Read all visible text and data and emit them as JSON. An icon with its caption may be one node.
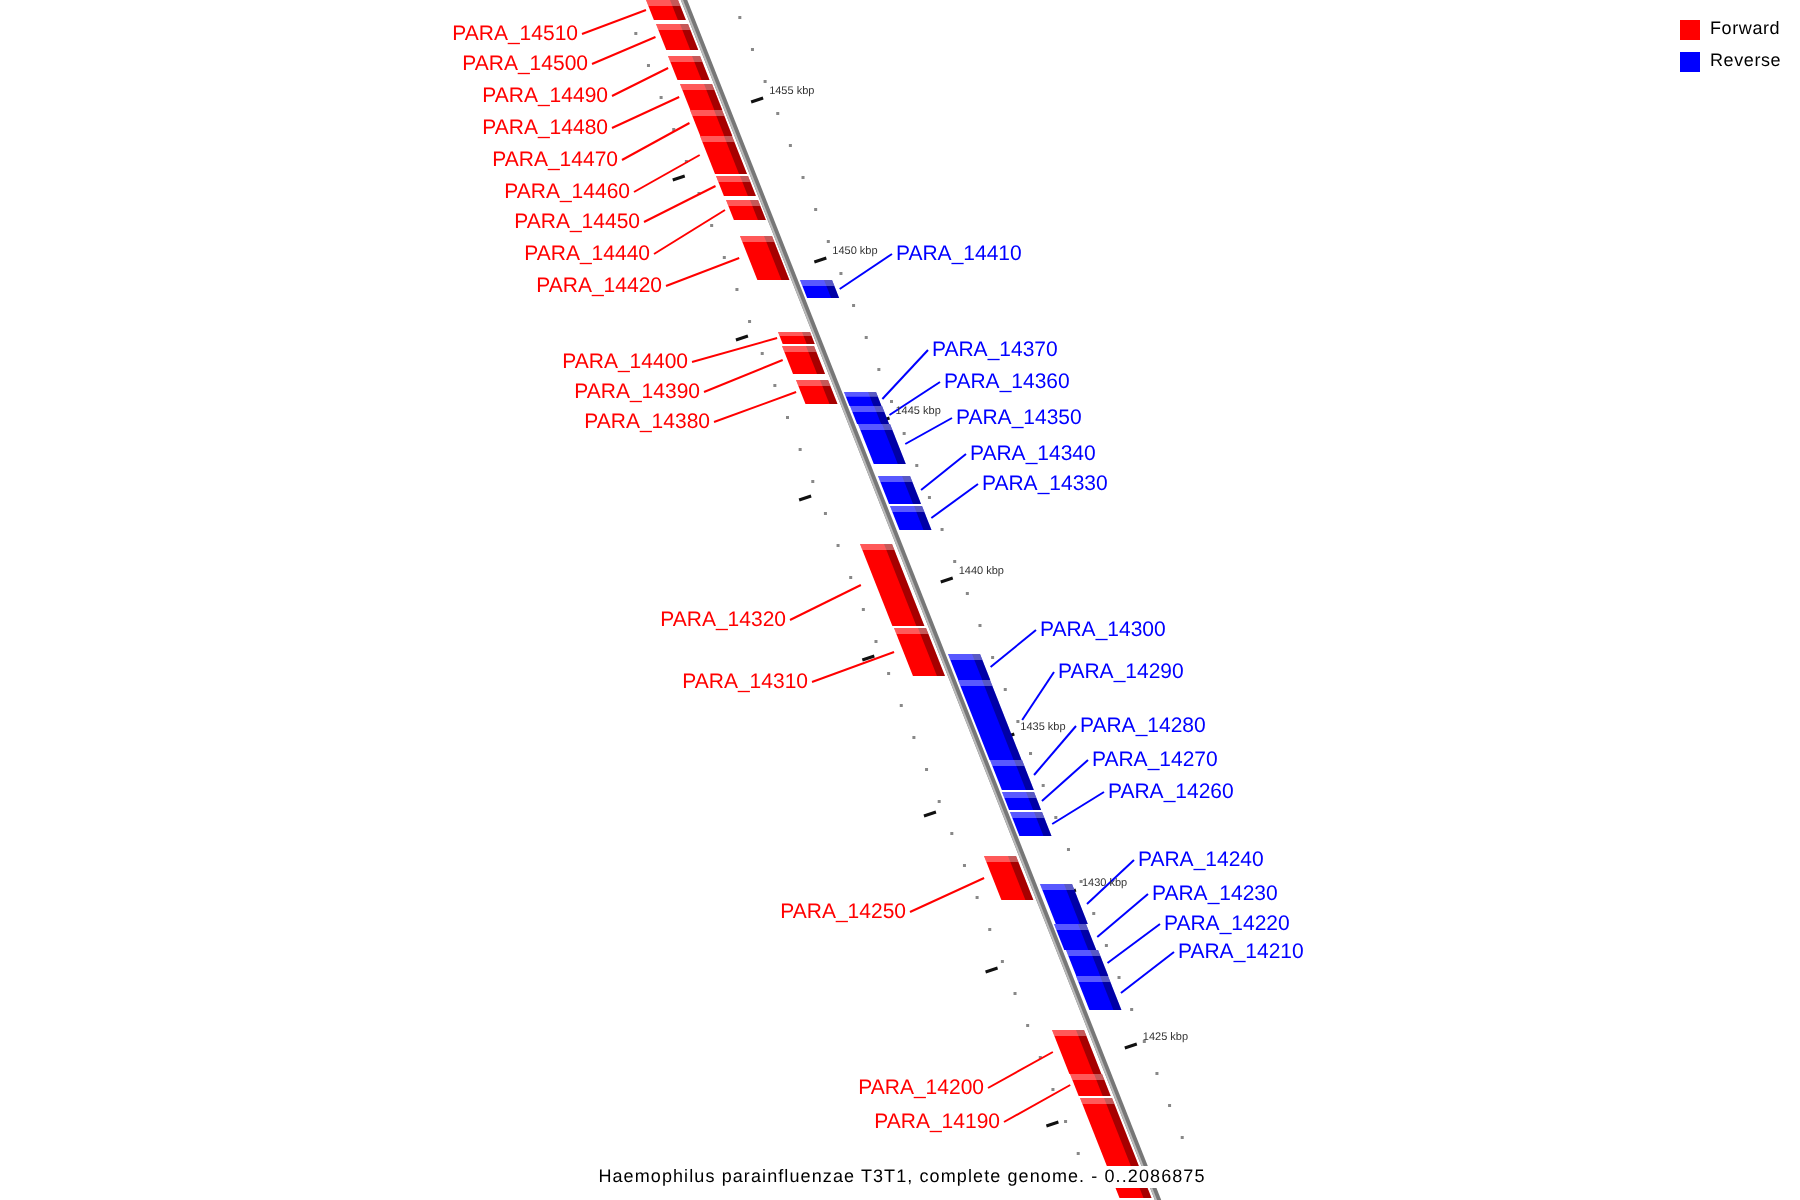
{
  "diagram": {
    "caption": "Haemophilus parainfluenzae T3T1, complete genome. - 0..2086875",
    "nodes": [
      {
        "text": [
          "PARA_14510"
        ]
      },
      {
        "text": [
          "PARA_14500"
        ]
      },
      {
        "text": [
          "PARA_14490"
        ]
      },
      {
        "text": [
          "PARA_14480"
        ]
      },
      {
        "text": [
          "PARA_14470"
        ]
      },
      {
        "text": [
          "PARA_14460"
        ]
      },
      {
        "text": [
          "PARA_14450"
        ]
      },
      {
        "text": [
          "PARA_14440"
        ]
      },
      {
        "text": [
          "PARA_14410"
        ]
      },
      {
        "text": [
          "PARA_14420"
        ]
      },
      {
        "text": [
          "PARA_14370"
        ]
      },
      {
        "text": [
          "PARA_14400"
        ]
      },
      {
        "text": [
          "PARA_14360"
        ]
      },
      {
        "text": [
          "PARA_14390"
        ]
      },
      {
        "text": [
          "PARA_14350"
        ]
      },
      {
        "text": [
          "PARA_14380"
        ]
      },
      {
        "text": [
          "PARA_14340"
        ]
      },
      {
        "text": [
          "PARA_14330"
        ]
      },
      {
        "text": [
          "PARA_14320"
        ]
      },
      {
        "text": [
          "PARA_14300"
        ]
      },
      {
        "text": [
          "PARA_14290"
        ]
      },
      {
        "text": [
          "PARA_14310"
        ]
      },
      {
        "text": [
          "PARA_14280"
        ]
      },
      {
        "text": [
          "PARA_14270"
        ]
      },
      {
        "text": [
          "PARA_14260"
        ]
      },
      {
        "text": [
          "PARA_14240"
        ]
      },
      {
        "text": [
          "PARA_14250"
        ]
      },
      {
        "text": [
          "PARA_14230"
        ]
      },
      {
        "text": [
          "PARA_14220"
        ]
      },
      {
        "text": [
          "PARA_14210"
        ]
      },
      {
        "text": [
          "PARA_14200"
        ]
      },
      {
        "text": [
          "PARA_14190"
        ]
      },
      {
        "text": [],
        "shape": "bar"
      },
      {
        "text": [],
        "shape": "bar"
      },
      {
        "text": [],
        "shape": "bar"
      },
      {
        "text": [],
        "shape": "bar"
      },
      {
        "text": [],
        "shape": "bar"
      },
      {
        "text": [],
        "shape": "bar"
      },
      {
        "text": [],
        "shape": "bar"
      },
      {
        "text": [],
        "shape": "bar"
      },
      {
        "text": [],
        "shape": "bar"
      },
      {
        "text": [],
        "shape": "bar"
      },
      {
        "text": [],
        "shape": "bar"
      },
      {
        "text": [],
        "shape": "bar"
      },
      {
        "text": [],
        "shape": "bar"
      },
      {
        "text": [],
        "shape": "bar"
      },
      {
        "text": [],
        "shape": "bar"
      },
      {
        "text": [],
        "shape": "bar"
      },
      {
        "text": [],
        "shape": "bar"
      },
      {
        "text": [],
        "shape": "bar"
      },
      {
        "text": [],
        "shape": "bar"
      },
      {
        "text": [],
        "shape": "bar"
      },
      {
        "text": [],
        "shape": "bar"
      },
      {
        "text": [],
        "shape": "bar"
      },
      {
        "text": [],
        "shape": "bar"
      },
      {
        "text": [],
        "shape": "bar"
      },
      {
        "text": [],
        "shape": "bar"
      },
      {
        "text": [],
        "shape": "bar"
      },
      {
        "text": [],
        "shape": "bar"
      },
      {
        "text": [],
        "shape": "bar"
      },
      {
        "text": [],
        "shape": "bar"
      },
      {
        "text": [],
        "shape": "bar"
      },
      {
        "text": [],
        "shape": "bar"
      },
      {
        "text": [],
        "shape": "bar"
      },
      {
        "text": [],
        "shape": "bar"
      }
    ],
    "edges": [
      {
        "from": 0,
        "to": 32,
        "arrow": "none"
      },
      {
        "from": 1,
        "to": 33,
        "arrow": "none"
      },
      {
        "from": 2,
        "to": 34,
        "arrow": "none"
      },
      {
        "from": 3,
        "to": 35,
        "arrow": "none"
      },
      {
        "from": 4,
        "to": 36,
        "arrow": "none"
      },
      {
        "from": 5,
        "to": 37,
        "arrow": "none"
      },
      {
        "from": 6,
        "to": 38,
        "arrow": "none"
      },
      {
        "from": 7,
        "to": 39,
        "arrow": "none"
      },
      {
        "from": 8,
        "to": 41,
        "arrow": "none",
        "color": "#0000ff"
      },
      {
        "from": 9,
        "to": 40,
        "arrow": "none"
      },
      {
        "from": 10,
        "to": 45,
        "arrow": "none",
        "color": "#0000ff"
      },
      {
        "from": 11,
        "to": 42,
        "arrow": "none"
      },
      {
        "from": 12,
        "to": 46,
        "arrow": "none",
        "color": "#0000ff"
      },
      {
        "from": 13,
        "to": 43,
        "arrow": "none"
      },
      {
        "from": 14,
        "to": 47,
        "arrow": "none",
        "color": "#0000ff"
      },
      {
        "from": 15,
        "to": 44,
        "arrow": "none"
      },
      {
        "from": 16,
        "to": 48,
        "arrow": "none",
        "color": "#0000ff"
      },
      {
        "from": 17,
        "to": 49,
        "arrow": "none",
        "color": "#0000ff"
      },
      {
        "from": 18,
        "to": 50,
        "arrow": "none"
      },
      {
        "from": 19,
        "to": 52,
        "arrow": "none",
        "color": "#0000ff"
      },
      {
        "from": 20,
        "to": 53,
        "arrow": "none",
        "color": "#0000ff"
      },
      {
        "from": 21,
        "to": 51,
        "arrow": "none"
      },
      {
        "from": 22,
        "to": 54,
        "arrow": "none",
        "color": "#0000ff"
      },
      {
        "from": 23,
        "to": 55,
        "arrow": "none",
        "color": "#0000ff"
      },
      {
        "from": 24,
        "to": 56,
        "arrow": "none",
        "color": "#0000ff"
      },
      {
        "from": 25,
        "to": 58,
        "arrow": "none",
        "color": "#0000ff"
      },
      {
        "from": 26,
        "to": 57,
        "arrow": "none"
      },
      {
        "from": 27,
        "to": 59,
        "arrow": "none",
        "color": "#0000ff"
      },
      {
        "from": 28,
        "to": 60,
        "arrow": "none",
        "color": "#0000ff"
      },
      {
        "from": 29,
        "to": 61,
        "arrow": "none",
        "color": "#0000ff"
      },
      {
        "from": 30,
        "to": 62,
        "arrow": "none"
      },
      {
        "from": 31,
        "to": 63,
        "arrow": "none"
      }
    ],
    "labels": [
      "1455 kbp",
      "1450 kbp",
      "1445 kbp",
      "1440 kbp",
      "1435 kbp",
      "1430 kbp",
      "1425 kbp"
    ],
    "legend": [
      {
        "text": "Forward",
        "color": "#ff0000"
      },
      {
        "text": "Reverse",
        "color": "#0000ff"
      }
    ]
  }
}
